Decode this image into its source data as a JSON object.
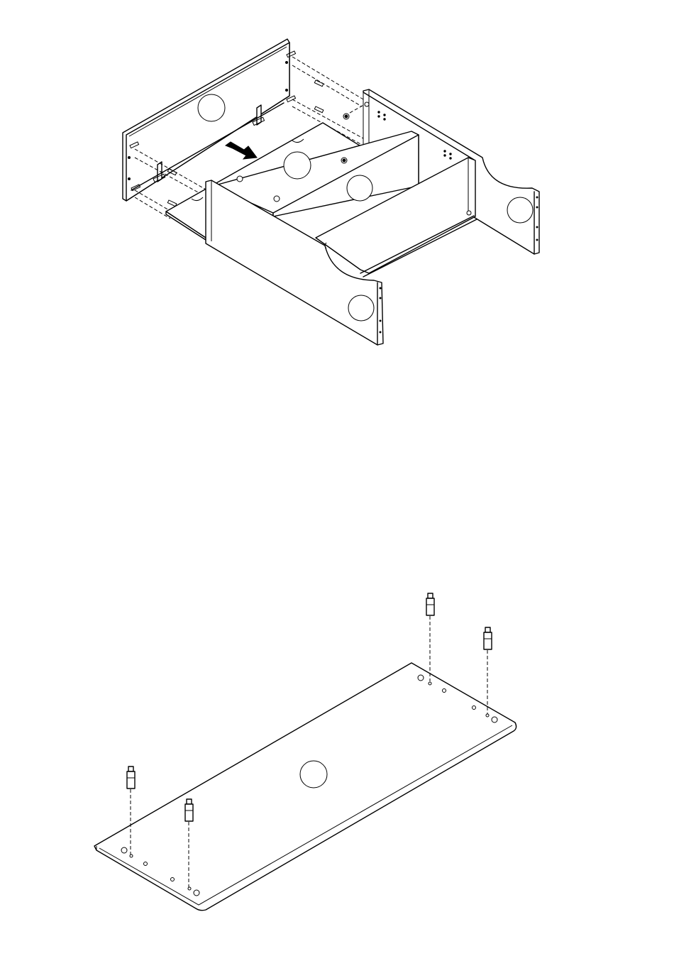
{
  "diagram": {
    "kind": "assembly-instructions",
    "steps": [
      {
        "id": "step-cabinet-frame",
        "description_visible_text": "",
        "parts": [
          "back-panel",
          "side-panel-left",
          "side-panel-right",
          "front-panel",
          "divider-panel",
          "divider-panel",
          "bottom-shelf",
          "cam-bolt",
          "cam-lock",
          "dowel",
          "bracket"
        ],
        "arrow_direction": "slide-in"
      },
      {
        "id": "step-top-board",
        "description_visible_text": "",
        "parts": [
          "top-board",
          "cam-bolt",
          "cam-bolt",
          "cam-bolt",
          "cam-bolt"
        ]
      }
    ],
    "colors": {
      "line": "#000000",
      "background": "#ffffff"
    }
  }
}
